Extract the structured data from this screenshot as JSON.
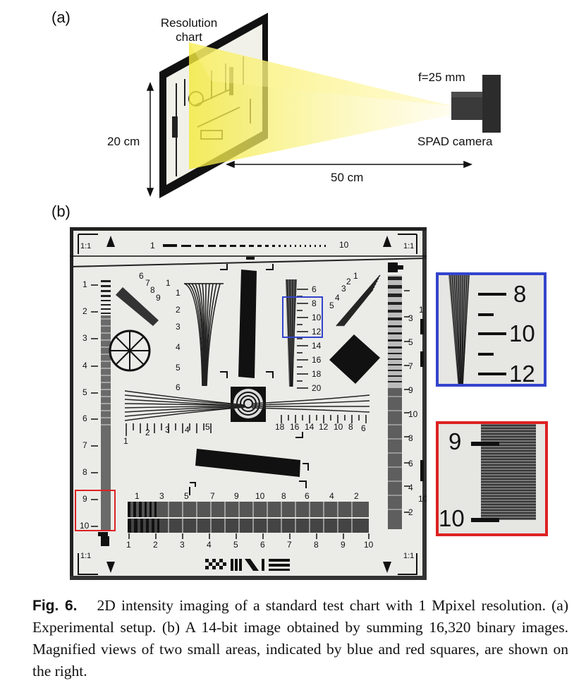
{
  "panel_a": {
    "label": "(a)",
    "chart_label": "Resolution\nchart",
    "chart_label_line1": "Resolution",
    "chart_label_line2": "chart",
    "lens_label": "f=25 mm",
    "camera_label": "SPAD camera",
    "height_label": "20 cm",
    "distance_label": "50 cm",
    "beam_color": "#f5ee55"
  },
  "panel_b": {
    "label": "(b)",
    "scale_top_left": "1:1",
    "scale_top_right": "1:1",
    "scale_bottom_left": "1:1",
    "scale_bottom_right": "1:1",
    "top_bar_start": "1",
    "top_bar_end": "10",
    "left_column_numbers": [
      "1",
      "2",
      "3",
      "4",
      "5",
      "6",
      "7",
      "8",
      "9",
      "10"
    ],
    "right_column_numbers": [
      "1",
      "3",
      "5",
      "7",
      "9",
      "10",
      "8",
      "6",
      "4",
      "2"
    ],
    "right_column_10": "10",
    "fan_top_left_numbers": [
      "6",
      "7",
      "8",
      "9"
    ],
    "fan_top_left_inner": "1",
    "fan_top_center_numbers": [
      "1",
      "2",
      "3",
      "4",
      "5",
      "6"
    ],
    "fan_top_right_numbers": [
      "2",
      "3",
      "4",
      "5"
    ],
    "fan_top_right_1": "1",
    "vertical_scale_numbers": [
      "6",
      "8",
      "10",
      "12",
      "14",
      "16",
      "18",
      "20"
    ],
    "horizontal_scale_left": [
      "1",
      "2",
      "3",
      "4",
      "5"
    ],
    "horizontal_scale_right": [
      "18",
      "16",
      "14",
      "12",
      "10",
      "8",
      "6"
    ],
    "bottom_top_numbers": [
      "1",
      "3",
      "5",
      "7",
      "9",
      "10",
      "8",
      "6",
      "4",
      "2"
    ],
    "bottom_bottom_numbers": [
      "1",
      "2",
      "3",
      "4",
      "5",
      "6",
      "7",
      "8",
      "9",
      "10"
    ],
    "blue_box_color": "#3344cc",
    "red_box_color": "#dd2222"
  },
  "zoom_blue": {
    "numbers": [
      "8",
      "10",
      "12"
    ]
  },
  "zoom_red": {
    "numbers": [
      "9",
      "10"
    ]
  },
  "caption": {
    "fig_label": "Fig. 6.",
    "text": "2D intensity imaging of a standard test chart with 1 Mpixel resolution. (a) Experimental setup. (b) A 14-bit image obtained by summing 16,320 binary images. Magnified views of two small areas, indicated by blue and red squares, are shown on the right."
  }
}
